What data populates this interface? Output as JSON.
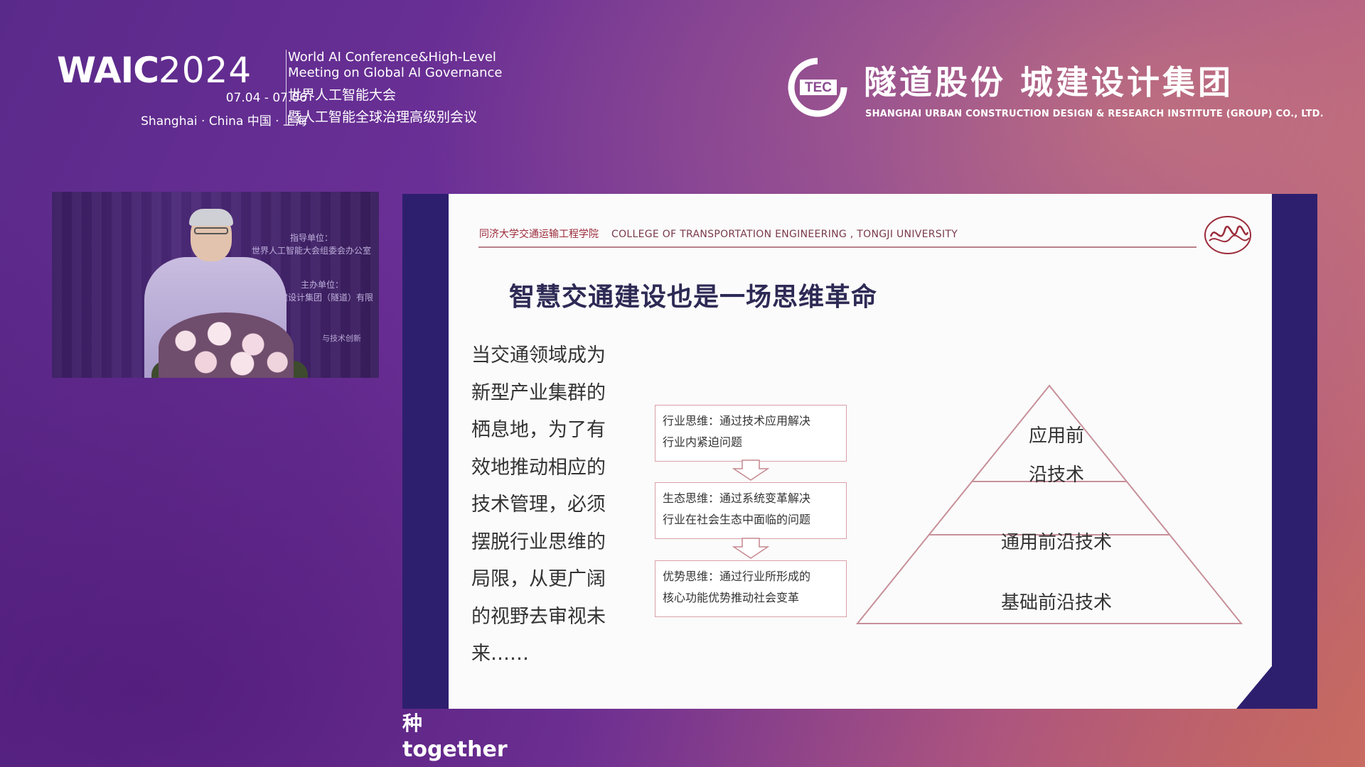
{
  "waic": {
    "logo_wa": "WAIC",
    "logo_year": "2024",
    "dates": "07.04 - 07.06",
    "city": "Shanghai · China  中国 · 上海",
    "en_line1": "World AI Conference&High-Level",
    "en_line2": "Meeting on Global AI Governance",
    "cn_line1": "世界人工智能大会",
    "cn_line2": "暨人工智能全球治理高级别会议"
  },
  "tec": {
    "mark": "TEC",
    "name_cn": "隧道股份  城建设计集团",
    "name_en": "SHANGHAI URBAN CONSTRUCTION DESIGN & RESEARCH INSTITUTE (GROUP) CO., LTD."
  },
  "speaker_video": {
    "sign_line1": "指导单位：",
    "sign_line2": "世界人工智能大会组委会办公室",
    "sign_line3": "主办单位：",
    "sign_line4": "城建设计集团（隧道）有限",
    "sign_line5": "与技术创新"
  },
  "slide": {
    "header_cn": "同济大学交通运输工程学院",
    "header_en": "COLLEGE OF TRANSPORTATION ENGINEERING , TONGJI UNIVERSITY",
    "title": "智慧交通建设也是一场思维革命",
    "body_lines": [
      "当交通领域成为",
      "新型产业集群的",
      "栖息地，为了有",
      "效地推动相应的",
      "技术管理，必须",
      "摆脱行业思维的",
      "局限，从更广阔",
      "的视野去审视未",
      "来……"
    ],
    "flow_boxes": [
      {
        "line1": "行业思维：通过技术应用解决",
        "line2": "行业内紧迫问题"
      },
      {
        "line1": "生态思维：通过系统变革解决",
        "line2": "行业在社会生态中面临的问题"
      },
      {
        "line1": "优势思维：通过行业所形成的",
        "line2": "核心功能优势推动社会变革"
      }
    ],
    "pyramid": {
      "top_line1": "应用前",
      "top_line2": "沿技术",
      "middle": "通用前沿技术",
      "bottom": "基础前沿技术"
    }
  },
  "subtitles": {
    "cn": "种",
    "en": "together"
  },
  "colors": {
    "slide_frame": "#2e1f6e",
    "slide_title": "#2d2a55",
    "slide_header": "#9b2b3a",
    "accent_line": "#b98088"
  }
}
